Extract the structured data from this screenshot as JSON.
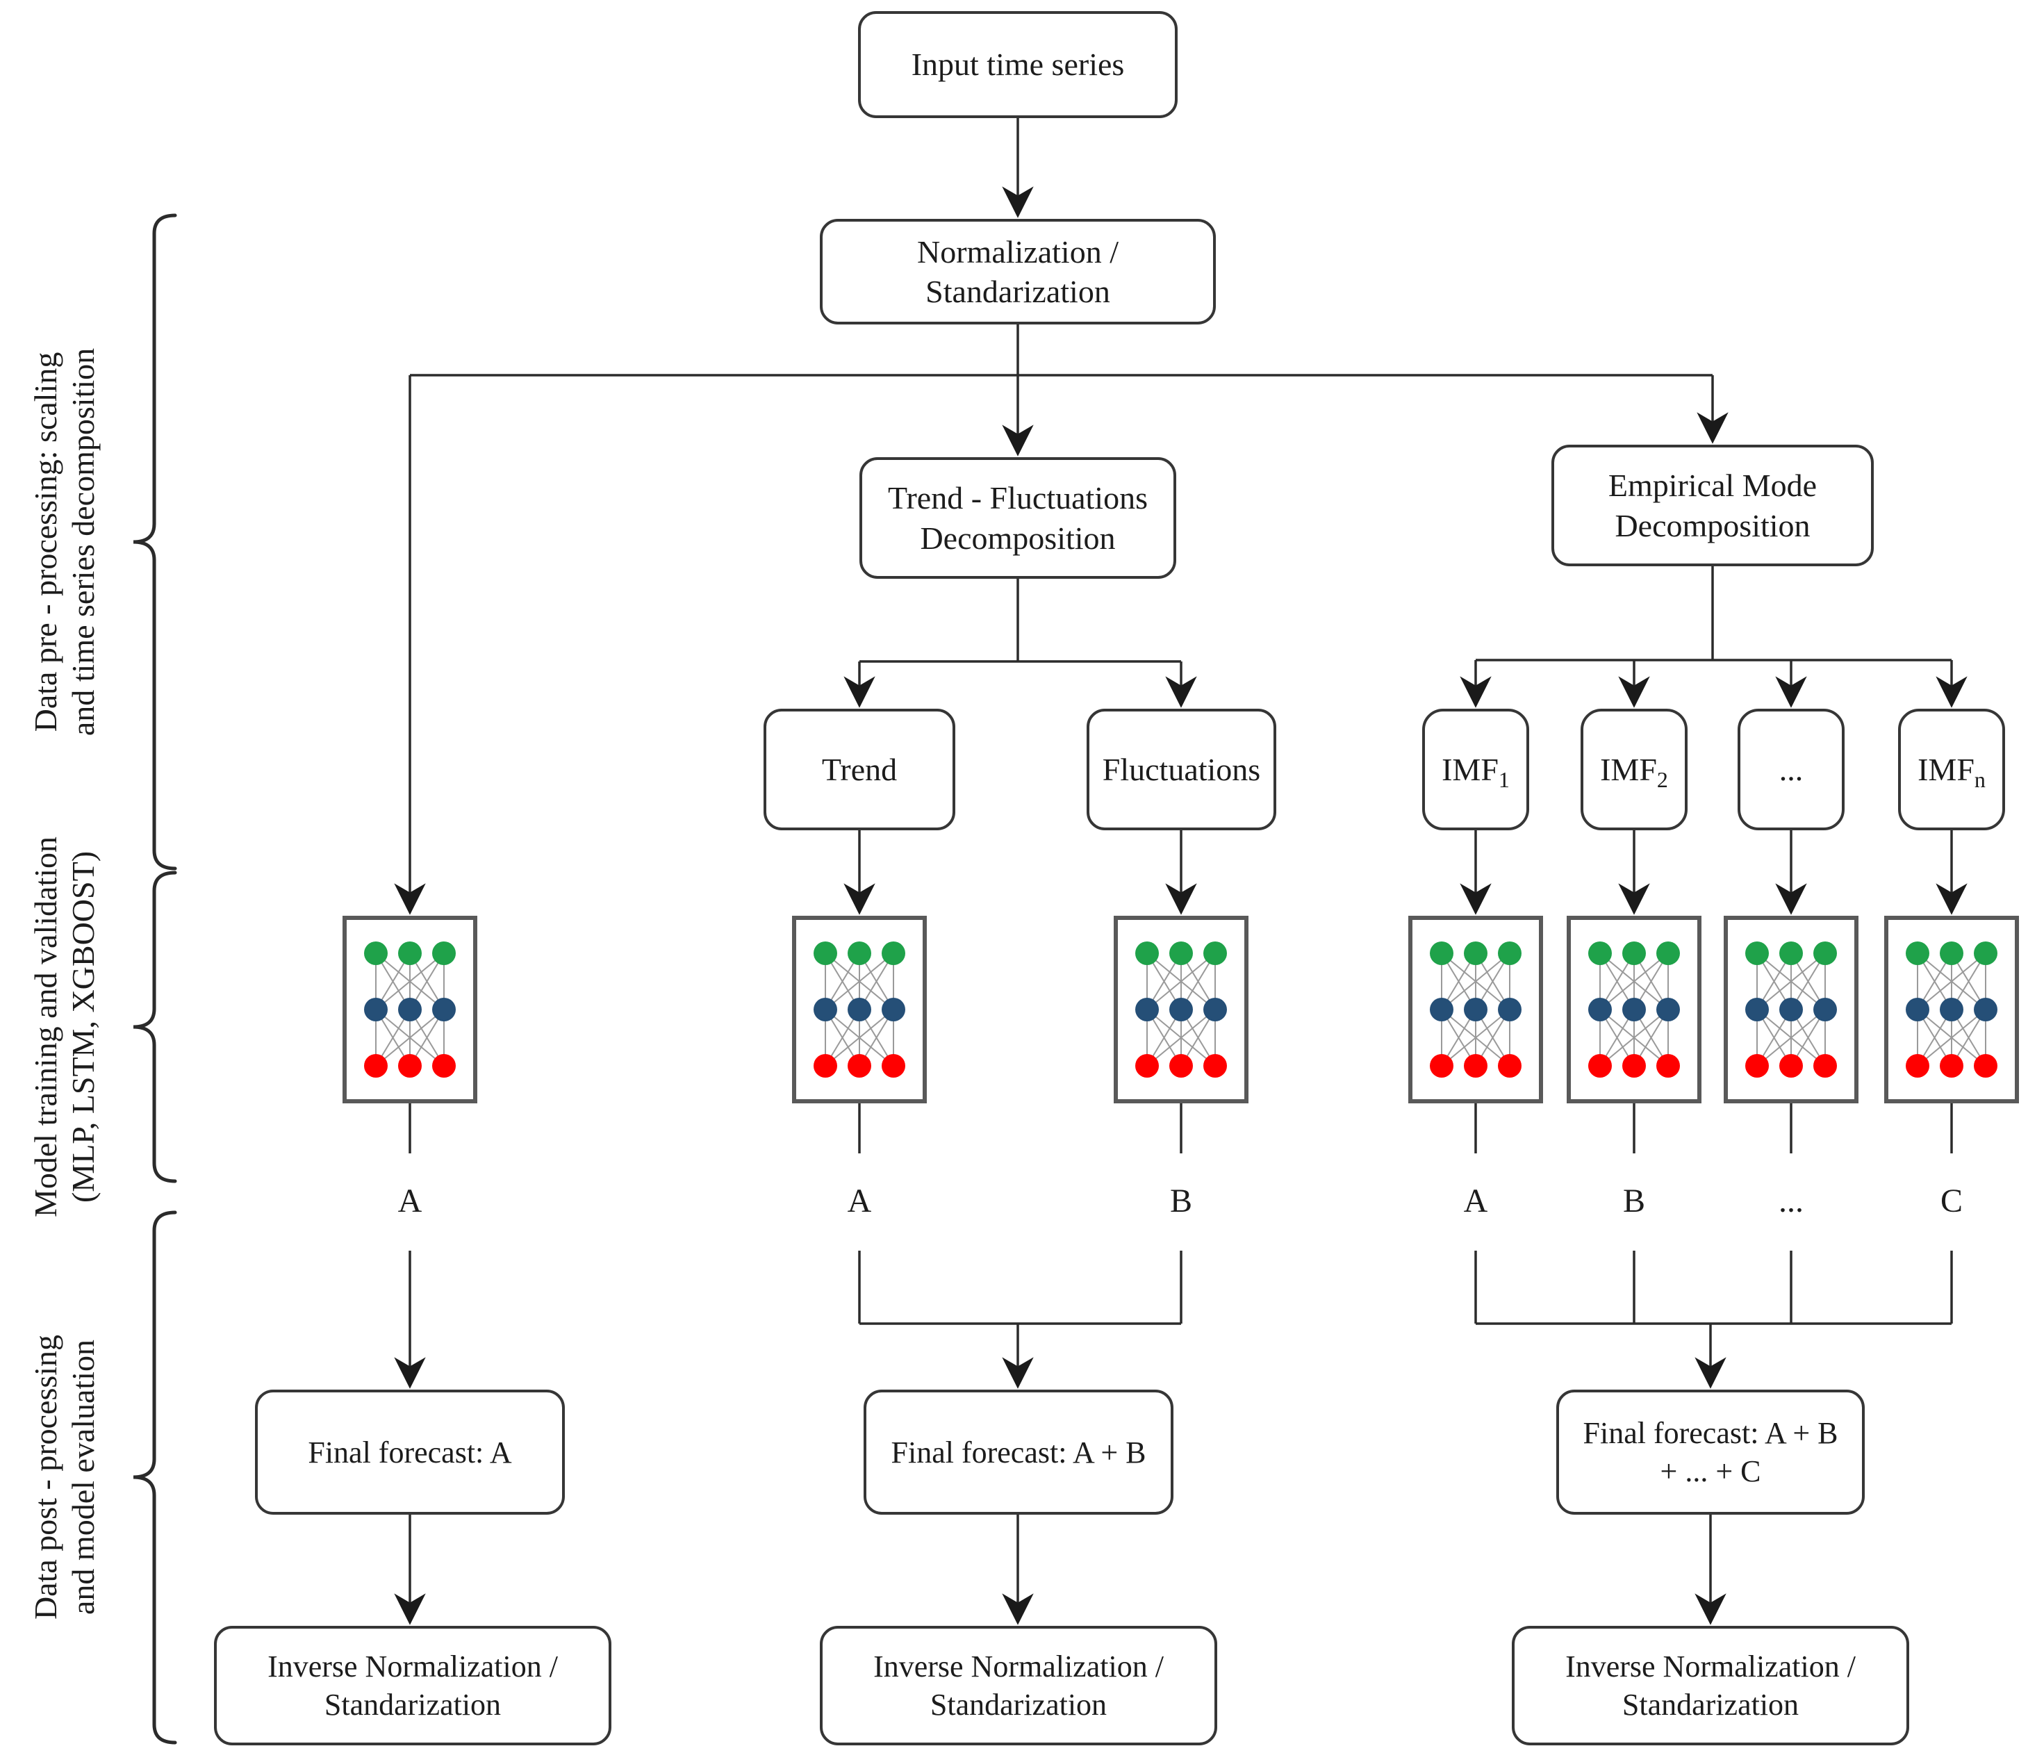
{
  "figure": {
    "type": "flowchart",
    "title": "Time series forecasting pipeline with decomposition"
  },
  "sections": {
    "pre": {
      "line1": "Data pre - processing: scaling",
      "line2": "and time series decomposition"
    },
    "model": {
      "line1": "Model training and validation",
      "line2": "(MLP, LSTM, XGBOOST)"
    },
    "post": {
      "line1": "Data post - processing",
      "line2": "and model evaluation"
    }
  },
  "boxes": {
    "input": {
      "label": "Input time series"
    },
    "normalization": {
      "line1": "Normalization /",
      "line2": "Standarization"
    },
    "tfd": {
      "line1": "Trend - Fluctuations",
      "line2": "Decomposition"
    },
    "emd": {
      "line1": "Empirical Mode",
      "line2": "Decomposition"
    },
    "trend": {
      "label": "Trend"
    },
    "fluctuations": {
      "label": "Fluctuations"
    },
    "imf1": {
      "main": "IMF",
      "sub": "1"
    },
    "imf2": {
      "main": "IMF",
      "sub": "2"
    },
    "imf3": {
      "main": "...",
      "sub": ""
    },
    "imfn": {
      "main": "IMF",
      "sub": "n"
    },
    "final1": {
      "label": "Final forecast: A"
    },
    "final2": {
      "label": "Final forecast: A + B"
    },
    "final3": {
      "line1": "Final forecast: A + B",
      "line2": "+ ... + C"
    },
    "inverse1": {
      "line1": "Inverse Normalization /",
      "line2": "Standarization"
    },
    "inverse2": {
      "line1": "Inverse Normalization /",
      "line2": "Standarization"
    },
    "inverse3": {
      "line1": "Inverse Normalization /",
      "line2": "Standarization"
    }
  },
  "outputs": {
    "single": "A",
    "trend": "A",
    "fluctuations": "B",
    "imf1": "A",
    "imf2": "B",
    "imf3": "...",
    "imf4": "C"
  },
  "colors": {
    "node_green": "#1FA24A",
    "node_blue": "#254F77",
    "node_red": "#FF0000",
    "nn_link": "#9A9A9A",
    "nn_border": "#595959",
    "wire": "#2B2B2B",
    "box_border": "#363636"
  }
}
